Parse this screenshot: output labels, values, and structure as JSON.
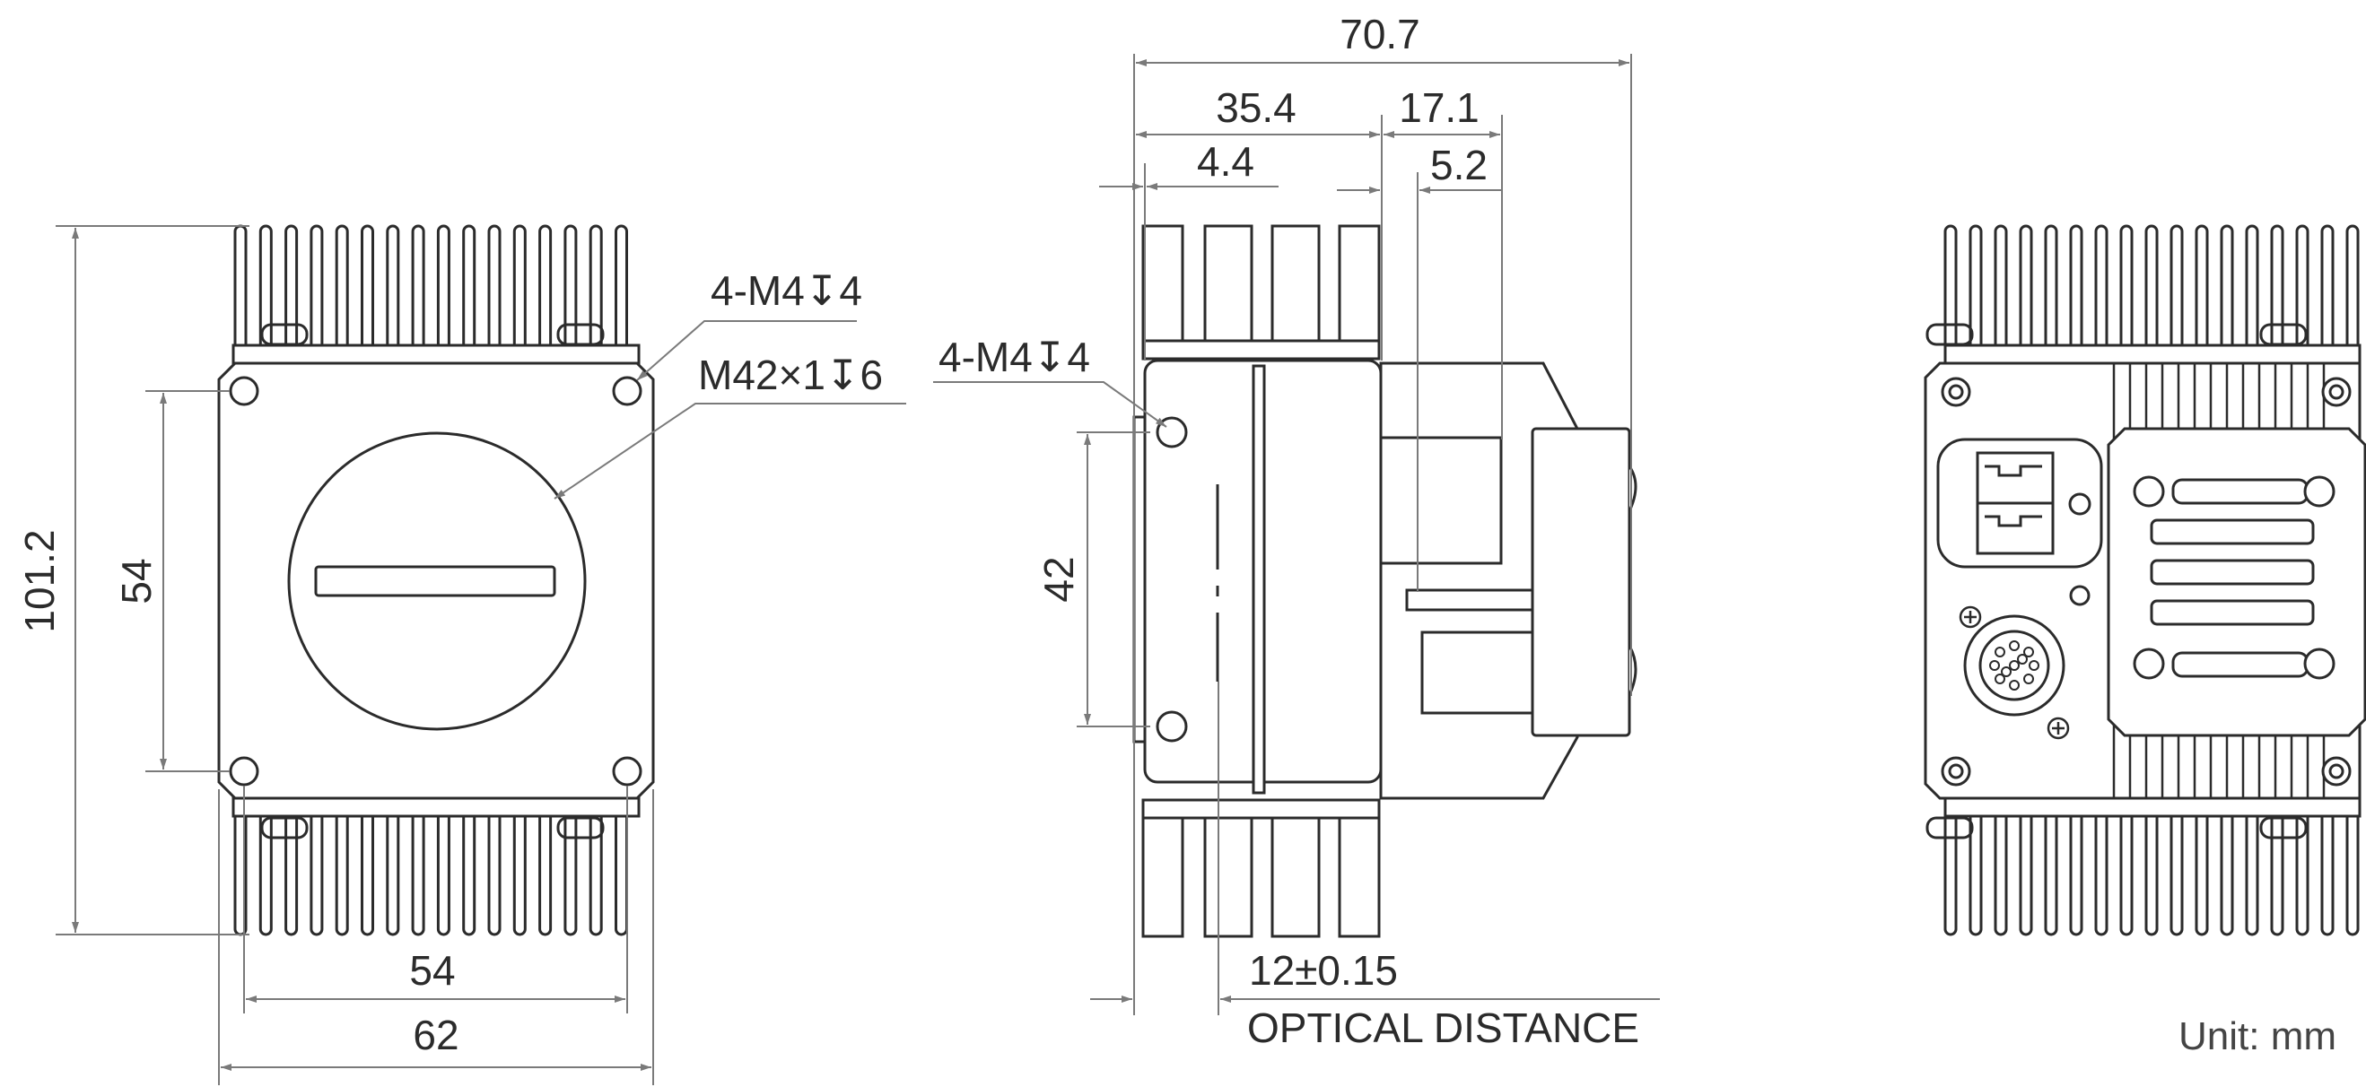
{
  "colors": {
    "line": "#2b2b2b",
    "dimension": "#7a7a7a",
    "background": "#ffffff"
  },
  "front_view": {
    "height_label": "101.2",
    "hole_spacing_vertical_label": "54",
    "hole_spacing_horizontal_label": "54",
    "width_label": "62",
    "mounting_hole_callout": "4-M4↧4",
    "lens_mount_callout": "M42×1↧6"
  },
  "side_view": {
    "overall_length_label": "70.7",
    "body_length_label": "35.4",
    "rear_section_label": "17.1",
    "flange_label": "4.4",
    "connector_offset_label": "5.2",
    "mounting_hole_callout": "4-M4↧4",
    "hole_spacing_label": "42",
    "optical_distance_value": "12±0.15",
    "optical_distance_caption": "OPTICAL DISTANCE"
  },
  "rear_view": {
    "power_connector_icon": "power-connector-icon",
    "io_connector_icon": "io-connector-icon",
    "ground_screw_icon": "ground-screw-icon"
  },
  "unit_label": "Unit: mm"
}
